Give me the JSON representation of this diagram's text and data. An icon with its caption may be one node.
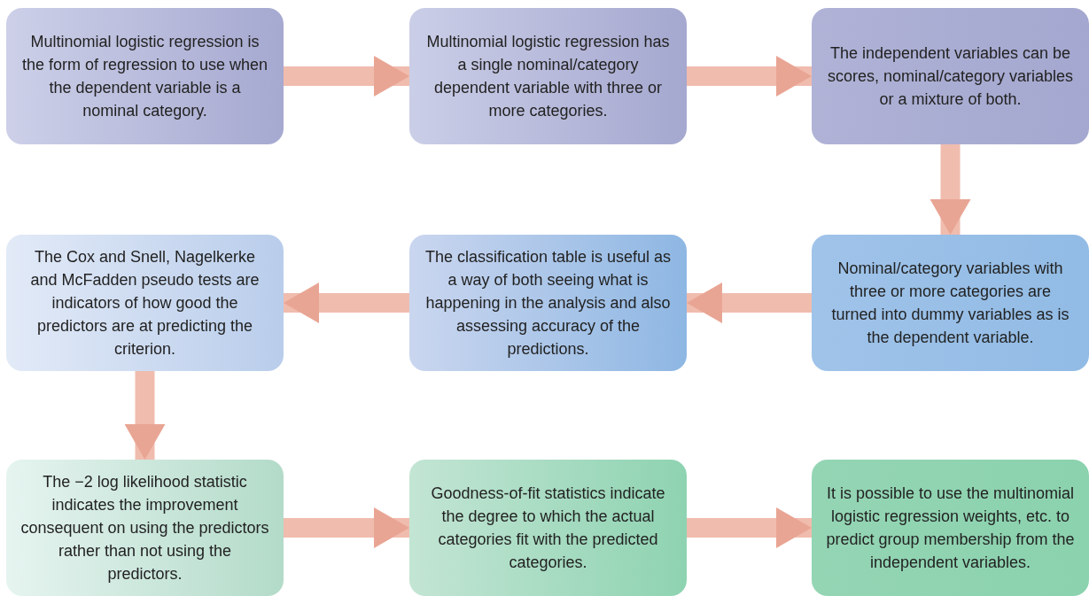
{
  "diagram": {
    "nodes": [
      {
        "text": [
          "Multinomial logistic regression is the form of regression to use when the dependent variable is a nominal category."
        ]
      },
      {
        "text": [
          "Multinomial logistic regression has a single nominal/category dependent variable with three or more categories."
        ]
      },
      {
        "text": [
          "The independent variables can be scores, nominal/category variables or a mixture of both."
        ]
      },
      {
        "text": [
          "The Cox and Snell, Nagelkerke and McFadden pseudo tests are indicators of how good the predictors are at predicting the criterion."
        ]
      },
      {
        "text": [
          "The classification table is useful as a way of both seeing what is happening in the analysis and also assessing accuracy of the predictions."
        ]
      },
      {
        "text": [
          "Nominal/category variables with three or more categories are turned into dummy variables as is the dependent variable."
        ]
      },
      {
        "text": [
          "The −2 log likelihood statistic indicates the improvement consequent on using the predictors rather than not using the predictors."
        ]
      },
      {
        "text": [
          "Goodness-of-fit statistics indicate the degree to which the actual categories fit with the predicted categories."
        ]
      },
      {
        "text": [
          "It is possible to use the multinomial logistic regression weights, etc. to predict group membership from the independent variables."
        ]
      }
    ],
    "edges": [
      {
        "from": 0,
        "to": 1,
        "arrow": "to"
      },
      {
        "from": 1,
        "to": 2,
        "arrow": "to"
      },
      {
        "from": 2,
        "to": 5,
        "arrow": "to"
      },
      {
        "from": 5,
        "to": 4,
        "arrow": "to"
      },
      {
        "from": 4,
        "to": 3,
        "arrow": "to"
      },
      {
        "from": 3,
        "to": 6,
        "arrow": "to"
      },
      {
        "from": 6,
        "to": 7,
        "arrow": "to"
      },
      {
        "from": 7,
        "to": 8,
        "arrow": "to"
      }
    ]
  }
}
